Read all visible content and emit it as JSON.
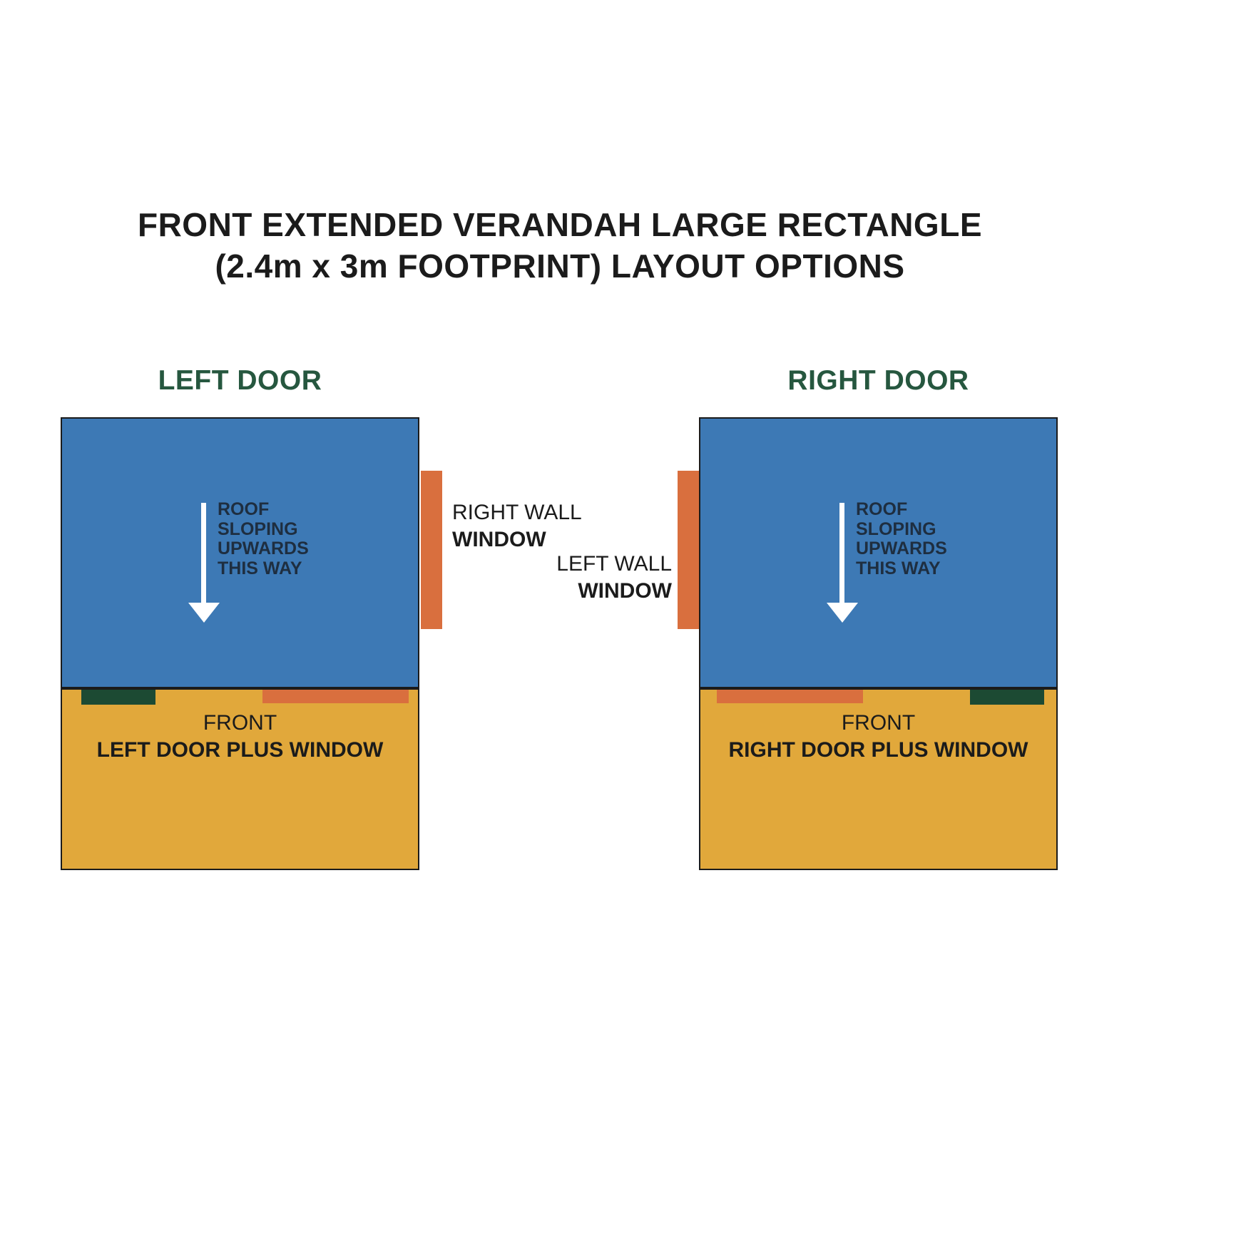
{
  "title": {
    "line1": "FRONT EXTENDED VERANDAH LARGE RECTANGLE",
    "line2": "(2.4m x 3m FOOTPRINT) LAYOUT OPTIONS"
  },
  "colors": {
    "roof_blue": "#3d79b5",
    "verandah_gold": "#e1a83b",
    "door_green": "#1c4a33",
    "window_orange": "#d96f3e",
    "heading_green": "#26573f",
    "outline_dark": "#1b1b1b",
    "arrow_white": "#ffffff"
  },
  "options": [
    {
      "id": "left-door",
      "heading": "LEFT DOOR",
      "roof_label": "ROOF\nSLOPING\nUPWARDS\nTHIS WAY",
      "side_wall_label": "RIGHT WALL",
      "side_wall_window": "WINDOW",
      "front_label": "FRONT",
      "front_detail": "LEFT DOOR PLUS WINDOW"
    },
    {
      "id": "right-door",
      "heading": "RIGHT DOOR",
      "roof_label": "ROOF\nSLOPING\nUPWARDS\nTHIS WAY",
      "side_wall_label": "LEFT WALL",
      "side_wall_window": "WINDOW",
      "front_label": "FRONT",
      "front_detail": "RIGHT DOOR PLUS WINDOW"
    }
  ]
}
